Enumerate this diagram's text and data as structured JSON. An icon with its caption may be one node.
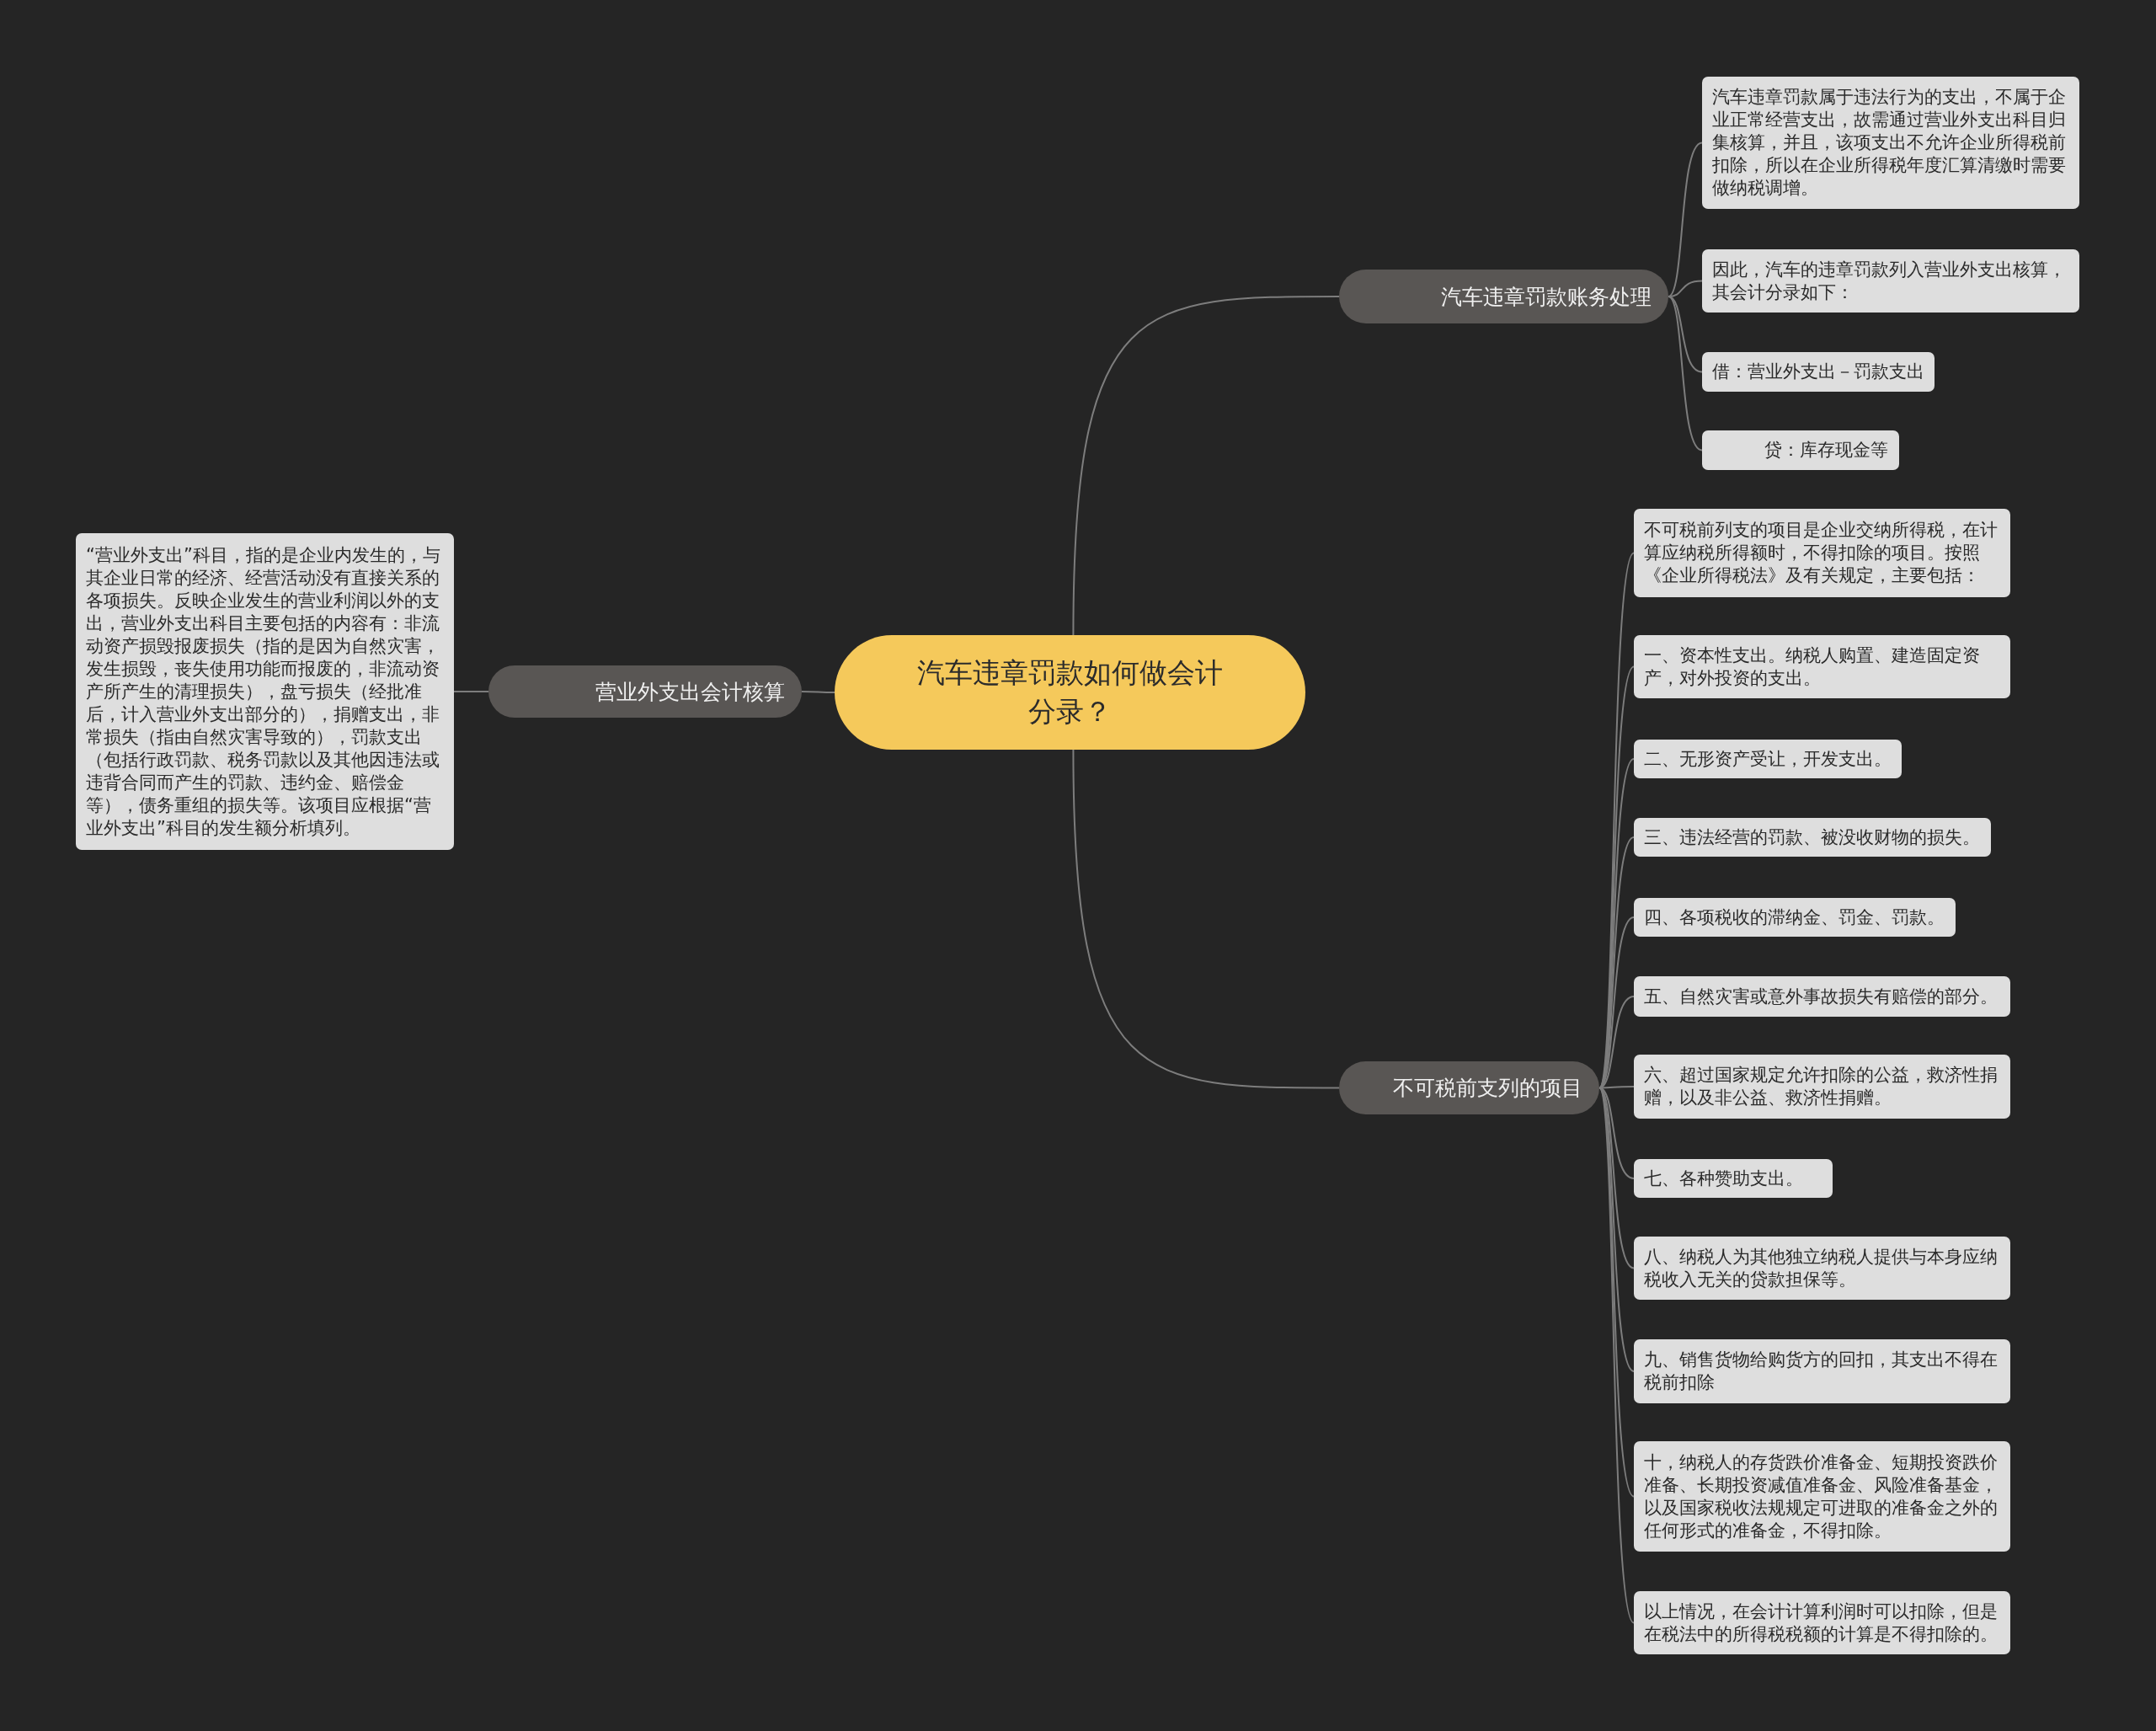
{
  "diagram": {
    "nodes": [
      {
        "text": [
          "汽车违章罚款如何做会计分录？"
        ]
      },
      {
        "text": [
          "汽车违章罚款账务处理"
        ]
      },
      {
        "text": [
          "汽车违章罚款属于违法行为的支出，不属于企业正常经营支出，故需通过营业外支出科目归集核算，并且，该项支出不允许企业所得税前扣除，所以在企业所得税年度汇算清缴时需要做纳税调增。"
        ]
      },
      {
        "text": [
          "因此，汽车的违章罚款列入营业外支出核算，其会计分录如下："
        ]
      },
      {
        "text": [
          "借：营业外支出－罚款支出"
        ]
      },
      {
        "text": [
          "贷：库存现金等"
        ]
      },
      {
        "text": [
          "不可税前支列的项目"
        ]
      },
      {
        "text": [
          "不可税前列支的项目是企业交纳所得税，在计算应纳税所得额时，不得扣除的项目。按照《企业所得税法》及有关规定，主要包括："
        ]
      },
      {
        "text": [
          "一、资本性支出。纳税人购置、建造固定资产，对外投资的支出。"
        ]
      },
      {
        "text": [
          "二、无形资产受让，开发支出。"
        ]
      },
      {
        "text": [
          "三、违法经营的罚款、被没收财物的损失。"
        ]
      },
      {
        "text": [
          "四、各项税收的滞纳金、罚金、罚款。"
        ]
      },
      {
        "text": [
          "五、自然灾害或意外事故损失有赔偿的部分。"
        ]
      },
      {
        "text": [
          "六、超过国家规定允许扣除的公益，救济性捐赠，以及非公益、救济性捐赠。"
        ]
      },
      {
        "text": [
          "七、各种赞助支出。"
        ]
      },
      {
        "text": [
          "八、纳税人为其他独立纳税人提供与本身应纳税收入无关的贷款担保等。"
        ]
      },
      {
        "text": [
          "九、销售货物给购货方的回扣，其支出不得在税前扣除"
        ]
      },
      {
        "text": [
          "十，纳税人的存货跌价准备金、短期投资跌价准备、长期投资减值准备金、风险准备基金，以及国家税收法规规定可进取的准备金之外的任何形式的准备金，不得扣除。"
        ]
      },
      {
        "text": [
          "以上情况，在会计计算利润时可以扣除，但是在税法中的所得税税额的计算是不得扣除的。"
        ]
      },
      {
        "text": [
          "营业外支出会计核算"
        ]
      },
      {
        "text": [
          "“营业外支出”科目，指的是企业内发生的，与其企业日常的经济、经营活动没有直接关系的各项损失。反映企业发生的营业利润以外的支出，营业外支出科目主要包括的内容有：非流动资产损毁报废损失（指的是因为自然灾害，发生损毁，丧失使用功能而报废的，非流动资产所产生的清理损失），盘亏损失（经批准后，计入营业外支出部分的），捐赠支出，非常损失（指由自然灾害导致的），罚款支出（包括行政罚款、税务罚款以及其他因违法或违背合同而产生的罚款、违约金、赔偿金等），债务重组的损失等。该项目应根据“营业外支出”科目的发生额分析填列。"
        ]
      }
    ],
    "edges": [
      {
        "from": 0,
        "to": 1,
        "arrow": "none"
      },
      {
        "from": 1,
        "to": 2,
        "arrow": "none"
      },
      {
        "from": 1,
        "to": 3,
        "arrow": "none"
      },
      {
        "from": 1,
        "to": 4,
        "arrow": "none"
      },
      {
        "from": 1,
        "to": 5,
        "arrow": "none"
      },
      {
        "from": 0,
        "to": 6,
        "arrow": "none"
      },
      {
        "from": 6,
        "to": 7,
        "arrow": "none"
      },
      {
        "from": 6,
        "to": 8,
        "arrow": "none"
      },
      {
        "from": 6,
        "to": 9,
        "arrow": "none"
      },
      {
        "from": 6,
        "to": 10,
        "arrow": "none"
      },
      {
        "from": 6,
        "to": 11,
        "arrow": "none"
      },
      {
        "from": 6,
        "to": 12,
        "arrow": "none"
      },
      {
        "from": 6,
        "to": 13,
        "arrow": "none"
      },
      {
        "from": 6,
        "to": 14,
        "arrow": "none"
      },
      {
        "from": 6,
        "to": 15,
        "arrow": "none"
      },
      {
        "from": 6,
        "to": 16,
        "arrow": "none"
      },
      {
        "from": 6,
        "to": 17,
        "arrow": "none"
      },
      {
        "from": 6,
        "to": 18,
        "arrow": "none"
      },
      {
        "from": 0,
        "to": 19,
        "arrow": "none"
      },
      {
        "from": 19,
        "to": 20,
        "arrow": "none"
      }
    ]
  }
}
